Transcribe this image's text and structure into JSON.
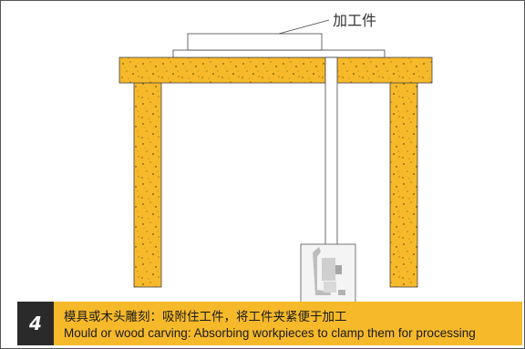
{
  "diagram": {
    "workpiece_label": "加工件"
  },
  "caption": {
    "step_number": "4",
    "title_zh": "模具或木头雕刻：吸附住工件，将工件夹紧便于加工",
    "title_en": "Mould or wood carving: Absorbing workpieces to clamp them for processing"
  },
  "colors": {
    "wood": "#f6b92a",
    "caption_bar": "#f6b92a",
    "step_box": "#2a2a2a"
  }
}
